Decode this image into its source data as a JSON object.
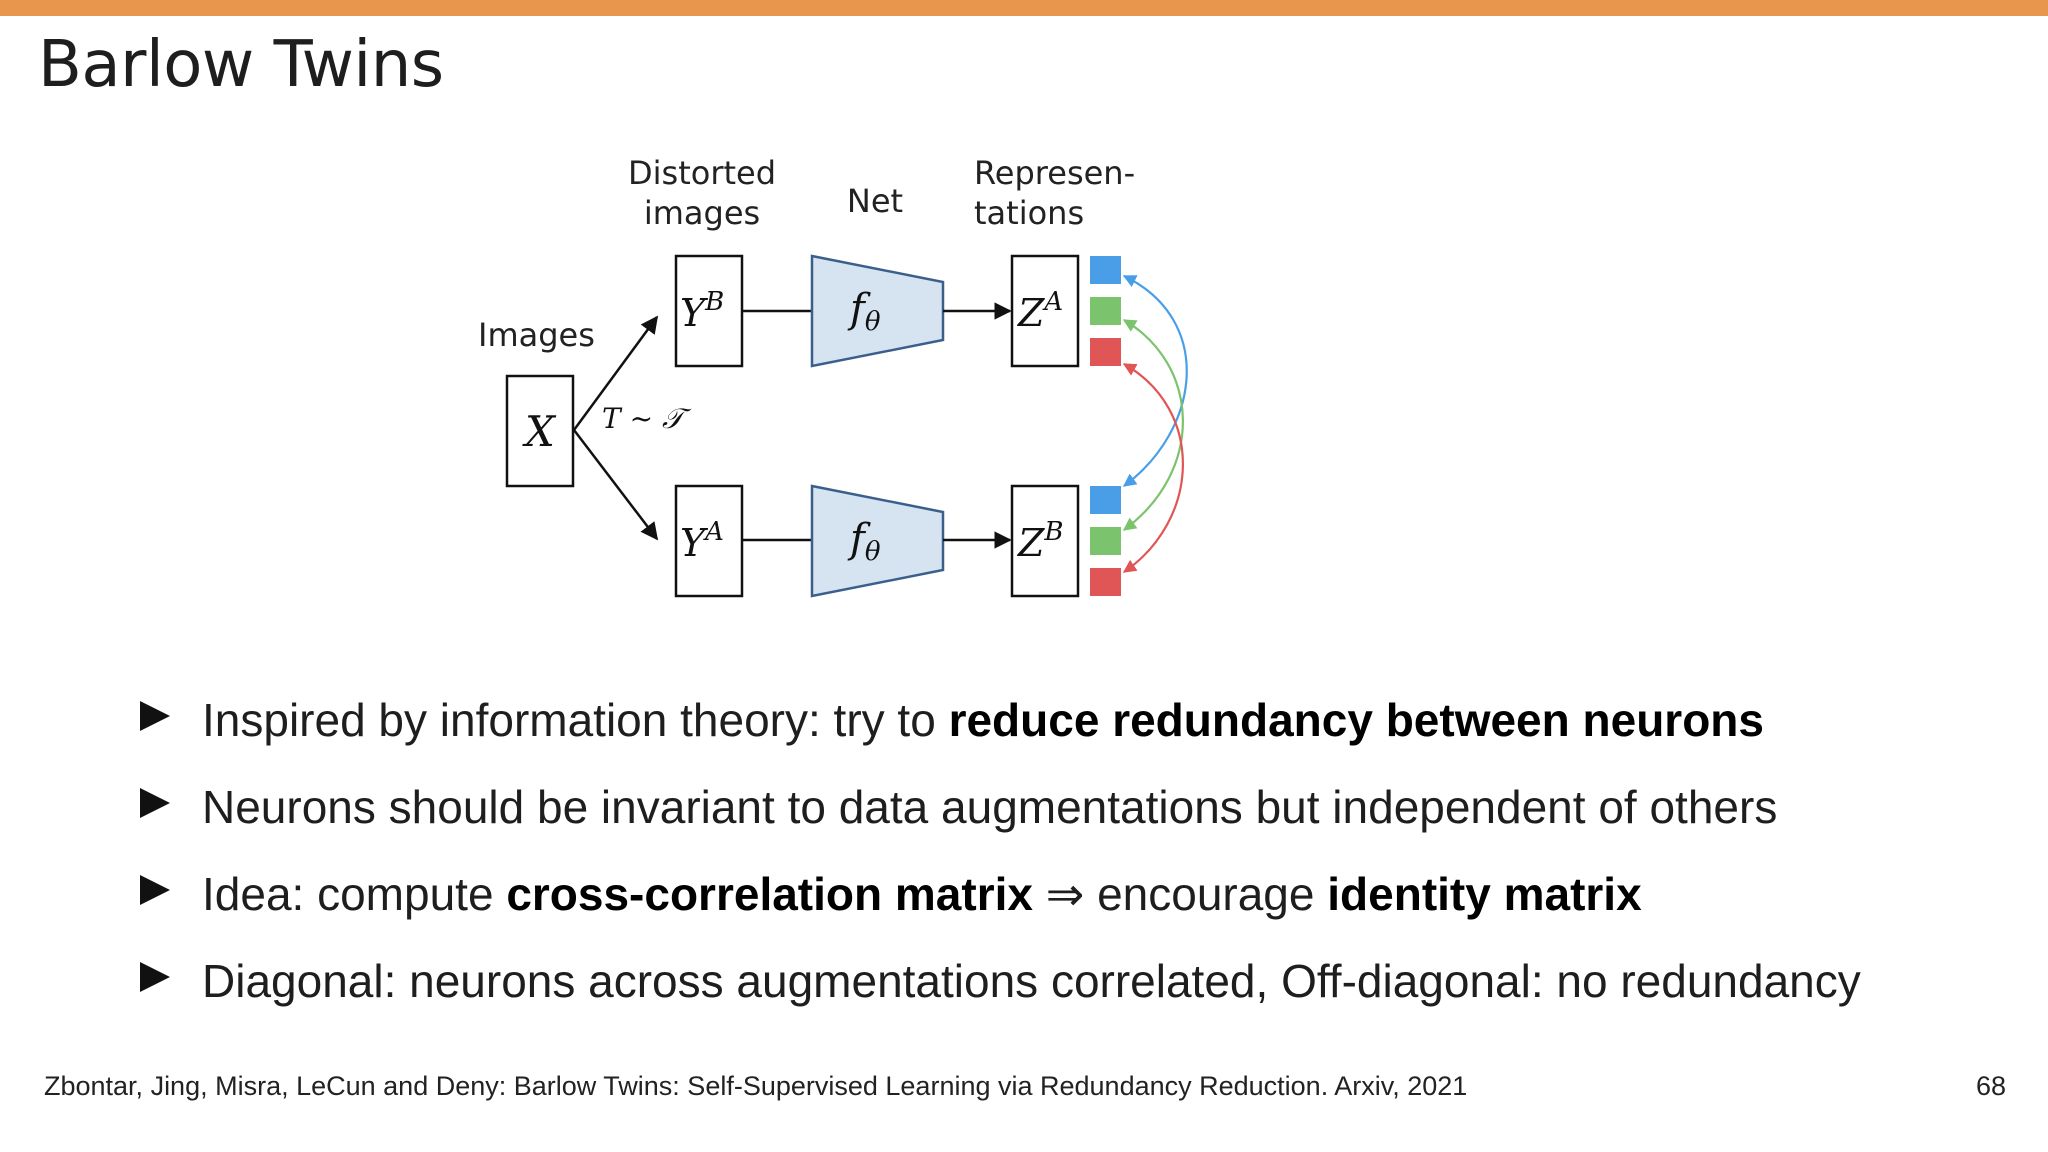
{
  "slide": {
    "title": "Barlow Twins",
    "page_number": "68",
    "accent_color": "#e8954e"
  },
  "diagram": {
    "header_distorted_line1": "Distorted",
    "header_distorted_line2": "images",
    "header_net": "Net",
    "header_repr_line1": "Represen-",
    "header_repr_line2": "tations",
    "label_images": "Images",
    "input_symbol": "X",
    "transform_label": "T ~ 𝒯",
    "branch_top": {
      "distorted": "Y",
      "distorted_sup": "B",
      "net": "f",
      "net_sub": "θ",
      "repr": "Z",
      "repr_sup": "A"
    },
    "branch_bottom": {
      "distorted": "Y",
      "distorted_sup": "A",
      "net": "f",
      "net_sub": "θ",
      "repr": "Z",
      "repr_sup": "B"
    },
    "neuron_colors": [
      "#4a9ee8",
      "#7cc36e",
      "#e05555"
    ],
    "net_fill": "#d6e4f2"
  },
  "bullets": [
    {
      "plain1": "Inspired by information theory: try to ",
      "bold1": "reduce redundancy between neurons",
      "plain2": "",
      "bold2": ""
    },
    {
      "plain1": "Neurons should be invariant to data augmentations but independent of others",
      "bold1": "",
      "plain2": "",
      "bold2": ""
    },
    {
      "plain1": "Idea: compute ",
      "bold1": "cross-correlation matrix",
      "plain2": " ⇒ encourage ",
      "bold2": "identity matrix"
    },
    {
      "plain1": "Diagonal: neurons across augmentations correlated, Off-diagonal: no redundancy",
      "bold1": "",
      "plain2": "",
      "bold2": ""
    }
  ],
  "citation": "Zbontar, Jing, Misra, LeCun and Deny: Barlow Twins: Self-Supervised Learning via Redundancy Reduction. Arxiv, 2021"
}
